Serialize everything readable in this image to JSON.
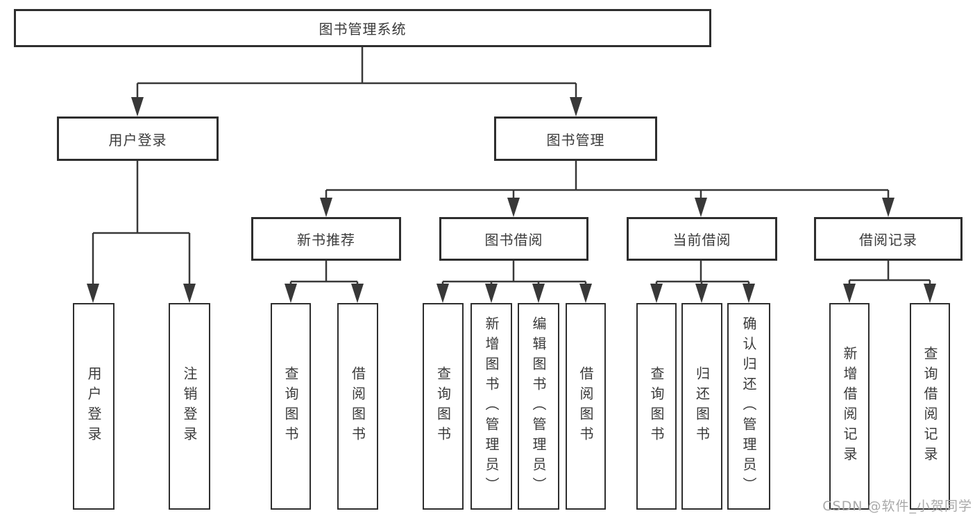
{
  "diagram": {
    "tree": {
      "label": "图书管理系统",
      "children": [
        {
          "label": "用户登录",
          "children": [
            {
              "label": "用户登录"
            },
            {
              "label": "注销登录"
            }
          ]
        },
        {
          "label": "图书管理",
          "children": [
            {
              "label": "新书推荐",
              "children": [
                {
                  "label": "查询图书"
                },
                {
                  "label": "借阅图书"
                }
              ]
            },
            {
              "label": "图书借阅",
              "children": [
                {
                  "label": "查询图书"
                },
                {
                  "label": "新增图书（管理员）"
                },
                {
                  "label": "编辑图书（管理员）"
                },
                {
                  "label": "借阅图书"
                }
              ]
            },
            {
              "label": "当前借阅",
              "children": [
                {
                  "label": "查询图书"
                },
                {
                  "label": "归还图书"
                },
                {
                  "label": "确认归还（管理员）"
                }
              ]
            },
            {
              "label": "借阅记录",
              "children": [
                {
                  "label": "新增借阅记录"
                },
                {
                  "label": "查询借阅记录"
                }
              ]
            }
          ]
        }
      ]
    },
    "colors": {
      "line": "#383838",
      "box_border": "#2e2e2e",
      "text": "#3a3a3a",
      "watermark": "#a9a9a9",
      "background": "#ffffff"
    }
  },
  "watermark": {
    "text": "CSDN @软件_小贺同学"
  }
}
